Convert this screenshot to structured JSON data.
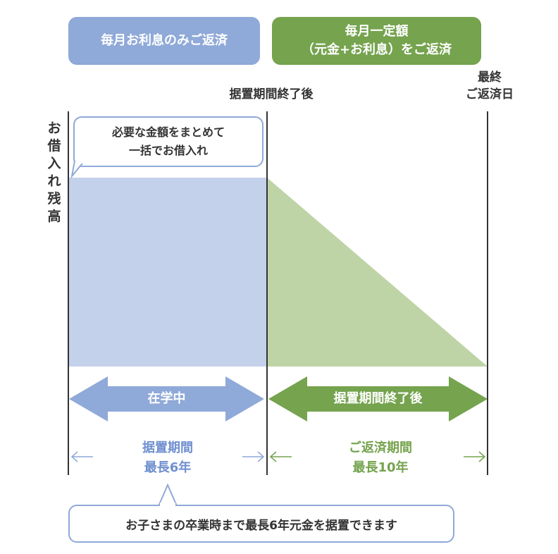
{
  "badges": {
    "blue": {
      "line1": "毎月お利息のみご返済"
    },
    "green": {
      "line1": "毎月一定額",
      "line2": "（元金+お利息）をご返済"
    }
  },
  "headers": {
    "deferment_end": "据置期間終了後",
    "final_line1": "最終",
    "final_line2": "ご返済日"
  },
  "y_axis_label": "お借入れ残高",
  "callout": {
    "line1": "必要な金額をまとめて",
    "line2": "一括でお借入れ"
  },
  "arrows": {
    "left": "在学中",
    "right": "据置期間終了後"
  },
  "periods": {
    "deferment": {
      "line1": "据置期間",
      "line2": "最長6年"
    },
    "repayment": {
      "line1": "ご返済期間",
      "line2": "最長10年"
    }
  },
  "note": "お子さまの卒業時まで最長6年元金を据置できます",
  "colors": {
    "blue": "#8fa9d8",
    "green": "#75a34e",
    "area_blue": "#c4d1ea",
    "area_green": "#bfd4a6"
  }
}
